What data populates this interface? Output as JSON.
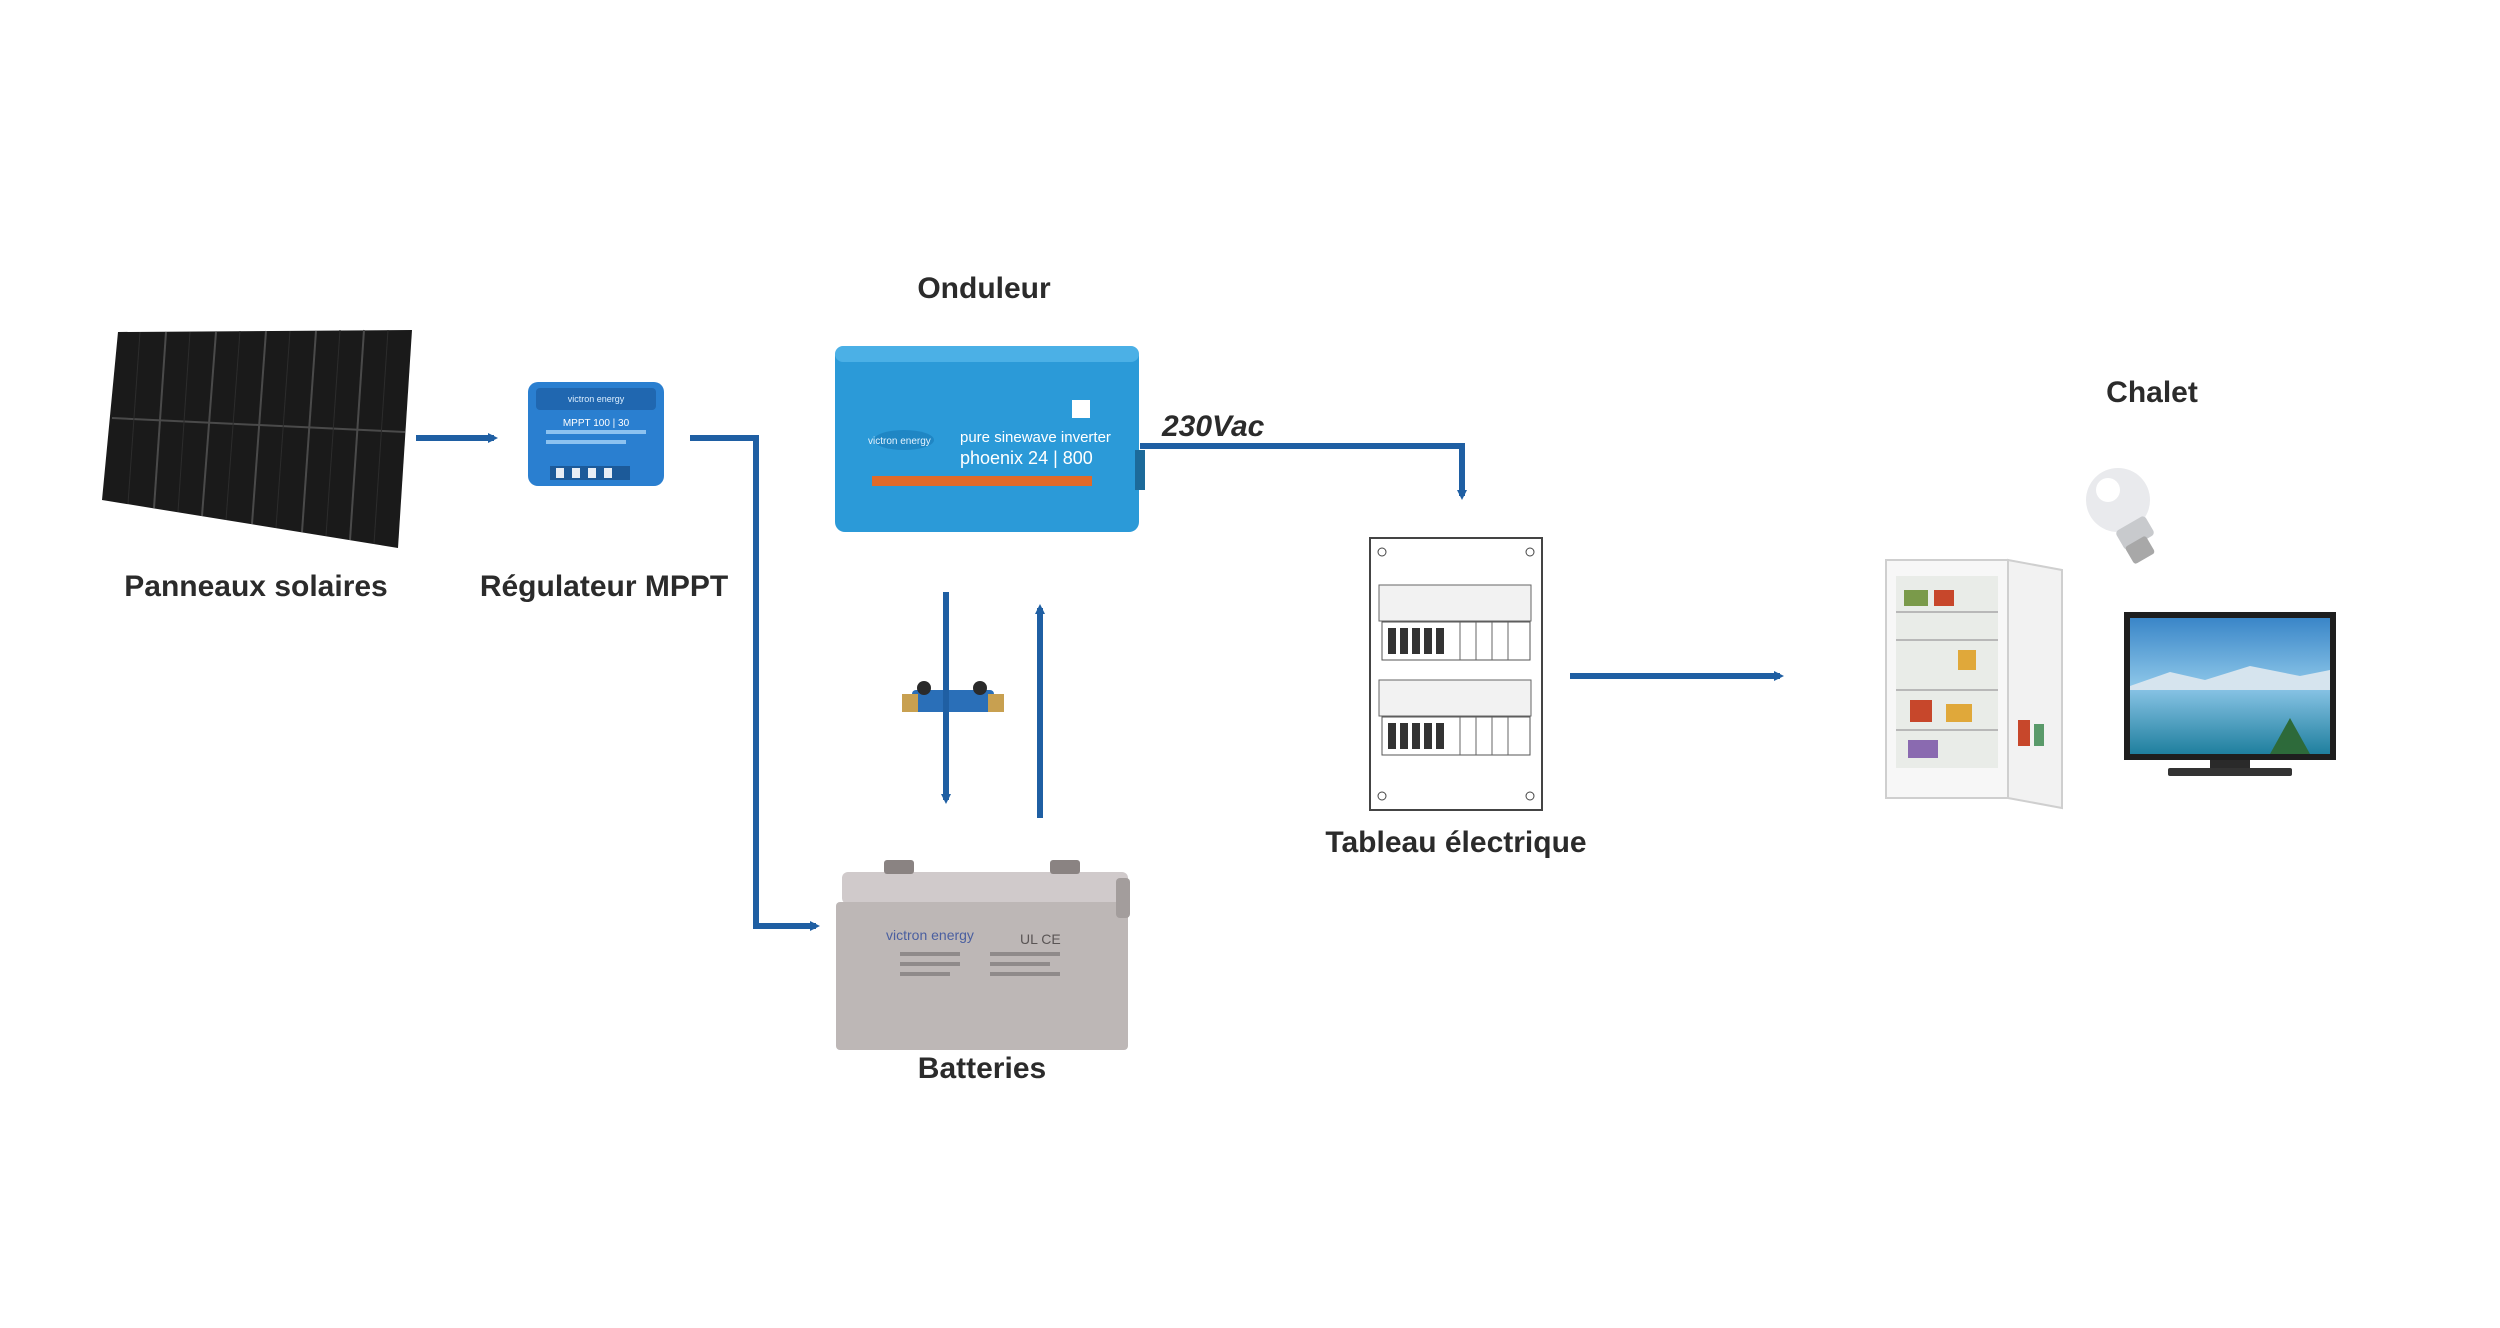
{
  "labels": {
    "solar_panels": "Panneaux solaires",
    "mppt": "Régulateur MPPT",
    "inverter": "Onduleur",
    "batteries": "Batteries",
    "panel": "Tableau électrique",
    "chalet": "Chalet",
    "voltage": "230Vac"
  },
  "device_text": {
    "mppt_brand": "victron energy",
    "mppt_model": "MPPT 100 | 30",
    "inverter_brand": "victron energy",
    "inverter_line1": "pure sinewave inverter",
    "inverter_line2": "phoenix 24 | 800",
    "battery_brand": "victron energy",
    "battery_cert": "UL CE"
  },
  "colors": {
    "arrow": "#1f5fa3",
    "inverter_blue": "#2b9ad8",
    "mppt_blue": "#2a7fd0",
    "battery_grey": "#bdb7b6",
    "label": "#2b2b2b"
  },
  "icons": [
    "solar-panel-icon",
    "mppt-regulator-icon",
    "inverter-icon",
    "shunt-icon",
    "battery-icon",
    "electrical-panel-icon",
    "light-bulb-icon",
    "fridge-icon",
    "tv-icon"
  ]
}
